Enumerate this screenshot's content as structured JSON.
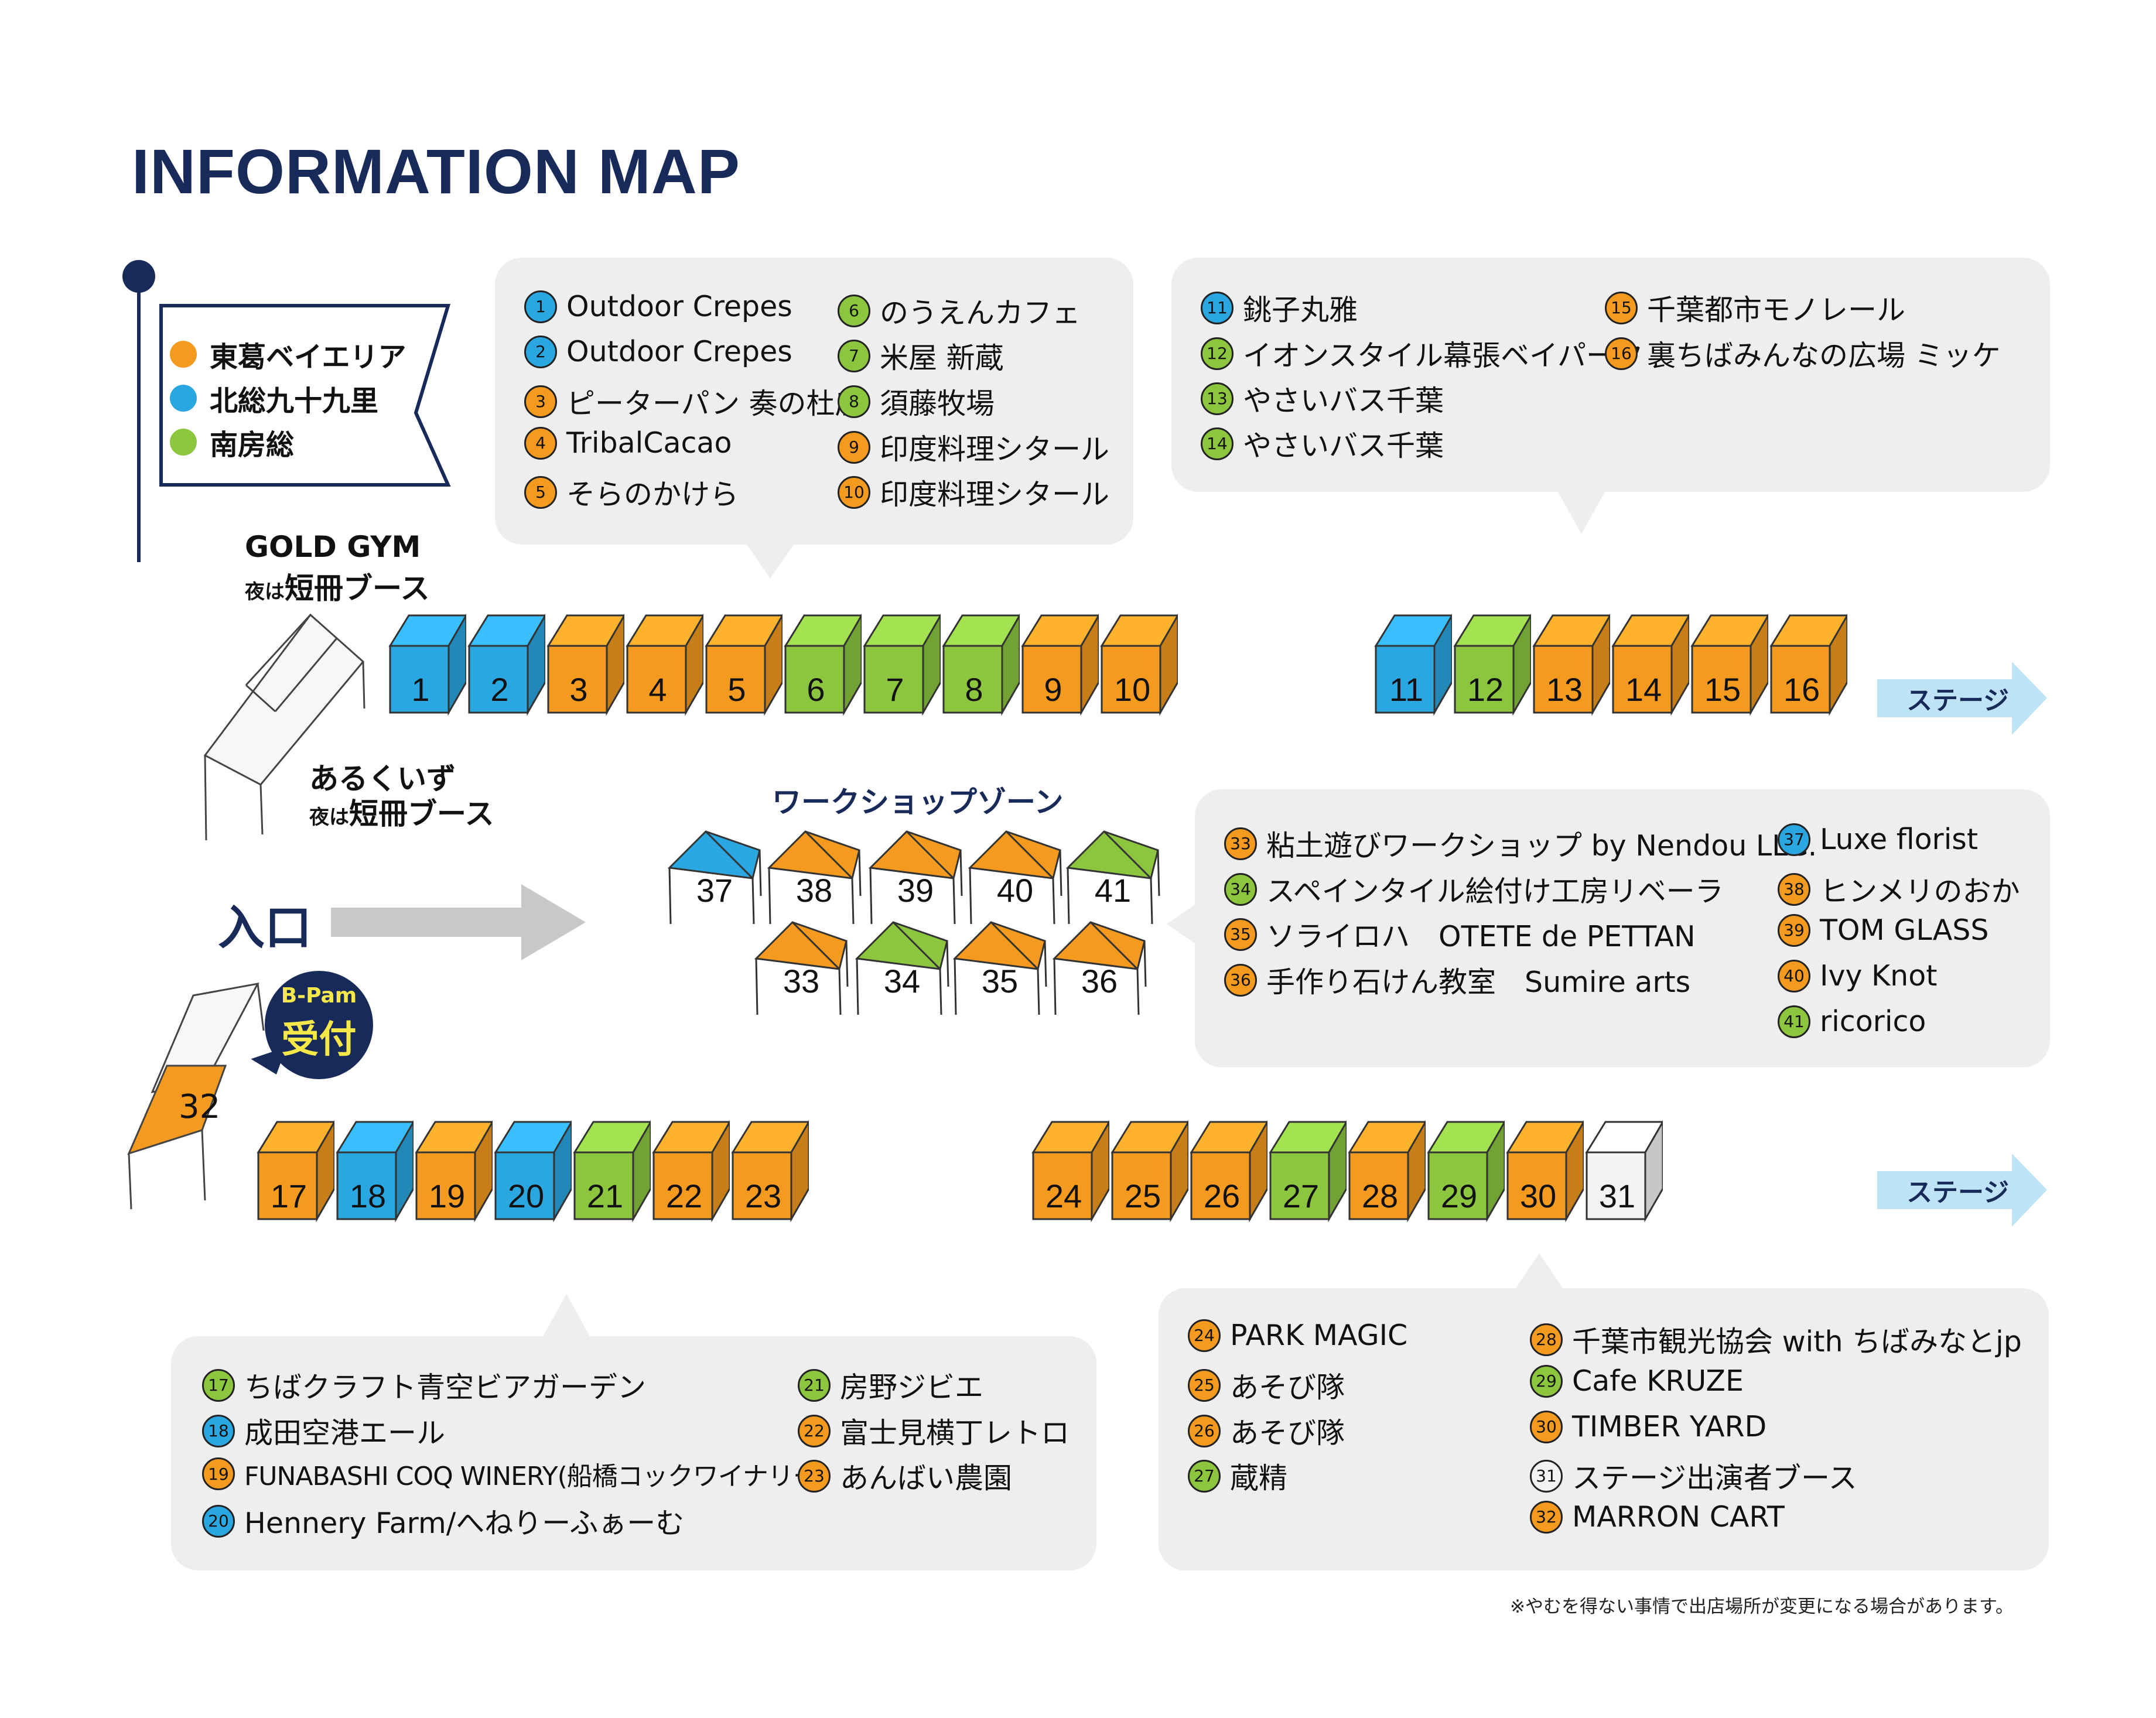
{
  "title": "INFORMATION MAP",
  "colors": {
    "orange": "#f39a1f",
    "blue": "#2aa6e0",
    "green": "#8cc63f",
    "white": "#f3f3f3",
    "navy": "#182a5a",
    "bubble": "#eeeeee",
    "arrow": "#bfe3f6"
  },
  "legend": [
    {
      "label": "東葛ベイエリア",
      "color": "#f39a1f"
    },
    {
      "label": "北総九十九里",
      "color": "#2aa6e0"
    },
    {
      "label": "南房総",
      "color": "#8cc63f"
    }
  ],
  "landmarks": {
    "gold_gym": "GOLD GYM",
    "gold_gym_note_small": "夜は",
    "gold_gym_note": "短冊ブース",
    "arukuizu": "あるくいず",
    "arukuizu_note_small": "夜は",
    "arukuizu_note": "短冊ブース",
    "entrance": "入口",
    "workshop_zone": "ワークショップゾーン",
    "stage1": "ステージ",
    "stage2": "ステージ",
    "bpam": "B-Pam",
    "reception": "受付",
    "notice": "※やむを得ない事情で出店場所が変更になる場合があります。"
  },
  "booths": [
    {
      "n": "1",
      "c": "blue"
    },
    {
      "n": "2",
      "c": "blue"
    },
    {
      "n": "3",
      "c": "orange"
    },
    {
      "n": "4",
      "c": "orange"
    },
    {
      "n": "5",
      "c": "orange"
    },
    {
      "n": "6",
      "c": "green"
    },
    {
      "n": "7",
      "c": "green"
    },
    {
      "n": "8",
      "c": "green"
    },
    {
      "n": "9",
      "c": "orange"
    },
    {
      "n": "10",
      "c": "orange"
    },
    {
      "n": "11",
      "c": "blue"
    },
    {
      "n": "12",
      "c": "green"
    },
    {
      "n": "13",
      "c": "orange"
    },
    {
      "n": "14",
      "c": "orange"
    },
    {
      "n": "15",
      "c": "orange"
    },
    {
      "n": "16",
      "c": "orange"
    },
    {
      "n": "17",
      "c": "orange"
    },
    {
      "n": "18",
      "c": "blue"
    },
    {
      "n": "19",
      "c": "orange"
    },
    {
      "n": "20",
      "c": "blue"
    },
    {
      "n": "21",
      "c": "green"
    },
    {
      "n": "22",
      "c": "orange"
    },
    {
      "n": "23",
      "c": "orange"
    },
    {
      "n": "24",
      "c": "orange"
    },
    {
      "n": "25",
      "c": "orange"
    },
    {
      "n": "26",
      "c": "orange"
    },
    {
      "n": "27",
      "c": "green"
    },
    {
      "n": "28",
      "c": "orange"
    },
    {
      "n": "29",
      "c": "green"
    },
    {
      "n": "30",
      "c": "orange"
    },
    {
      "n": "31",
      "c": "white"
    }
  ],
  "tents": [
    {
      "n": "37",
      "c": "blue"
    },
    {
      "n": "38",
      "c": "orange"
    },
    {
      "n": "39",
      "c": "orange"
    },
    {
      "n": "40",
      "c": "orange"
    },
    {
      "n": "41",
      "c": "green"
    },
    {
      "n": "33",
      "c": "orange"
    },
    {
      "n": "34",
      "c": "green"
    },
    {
      "n": "35",
      "c": "orange"
    },
    {
      "n": "36",
      "c": "orange"
    }
  ],
  "big_tent": {
    "n": "32",
    "c": "orange"
  },
  "lists": {
    "a": [
      {
        "n": "1",
        "c": "blue",
        "t": "Outdoor Crepes"
      },
      {
        "n": "2",
        "c": "blue",
        "t": "Outdoor Crepes"
      },
      {
        "n": "3",
        "c": "orange",
        "t": "ピーターパン 奏の杜店"
      },
      {
        "n": "4",
        "c": "orange",
        "t": "TribalCacao"
      },
      {
        "n": "5",
        "c": "orange",
        "t": "そらのかけら"
      },
      {
        "n": "6",
        "c": "green",
        "t": "のうえんカフェ"
      },
      {
        "n": "7",
        "c": "green",
        "t": "米屋 新蔵"
      },
      {
        "n": "8",
        "c": "green",
        "t": "須藤牧場"
      },
      {
        "n": "9",
        "c": "orange",
        "t": "印度料理シタール"
      },
      {
        "n": "10",
        "c": "orange",
        "t": "印度料理シタール"
      }
    ],
    "b": [
      {
        "n": "11",
        "c": "blue",
        "t": "銚子丸雅"
      },
      {
        "n": "12",
        "c": "green",
        "t": "イオンスタイル幕張ベイパーク"
      },
      {
        "n": "13",
        "c": "green",
        "t": "やさいバス千葉"
      },
      {
        "n": "14",
        "c": "green",
        "t": "やさいバス千葉"
      },
      {
        "n": "15",
        "c": "orange",
        "t": "千葉都市モノレール"
      },
      {
        "n": "16",
        "c": "orange",
        "t": "裏ちばみんなの広場 ミッケ"
      }
    ],
    "c": [
      {
        "n": "33",
        "c": "orange",
        "t": "粘土遊びワークショップ by Nendou LLC."
      },
      {
        "n": "34",
        "c": "green",
        "t": "スペインタイル絵付け工房リベーラ"
      },
      {
        "n": "35",
        "c": "orange",
        "t": "ソライロハ　OTETE de PETTAN"
      },
      {
        "n": "36",
        "c": "orange",
        "t": "手作り石けん教室　Sumire arts"
      },
      {
        "n": "37",
        "c": "blue",
        "t": "Luxe florist"
      },
      {
        "n": "38",
        "c": "orange",
        "t": "ヒンメリのおか"
      },
      {
        "n": "39",
        "c": "orange",
        "t": "TOM GLASS"
      },
      {
        "n": "40",
        "c": "orange",
        "t": "Ivy Knot"
      },
      {
        "n": "41",
        "c": "green",
        "t": "ricorico"
      }
    ],
    "d": [
      {
        "n": "17",
        "c": "green",
        "t": "ちばクラフト青空ビアガーデン"
      },
      {
        "n": "18",
        "c": "blue",
        "t": "成田空港エール"
      },
      {
        "n": "19",
        "c": "orange",
        "t": "FUNABASHI COQ WINERY(船橋コックワイナリー)"
      },
      {
        "n": "20",
        "c": "blue",
        "t": "Hennery Farm/へねりーふぁーむ"
      },
      {
        "n": "21",
        "c": "green",
        "t": "房野ジビエ"
      },
      {
        "n": "22",
        "c": "orange",
        "t": "富士見横丁レトロ"
      },
      {
        "n": "23",
        "c": "orange",
        "t": "あんばい農園"
      }
    ],
    "e": [
      {
        "n": "24",
        "c": "orange",
        "t": "PARK MAGIC"
      },
      {
        "n": "25",
        "c": "orange",
        "t": "あそび隊"
      },
      {
        "n": "26",
        "c": "orange",
        "t": "あそび隊"
      },
      {
        "n": "27",
        "c": "green",
        "t": "蔵精"
      },
      {
        "n": "28",
        "c": "orange",
        "t": "千葉市観光協会 with ちばみなとjp"
      },
      {
        "n": "29",
        "c": "green",
        "t": "Cafe KRUZE"
      },
      {
        "n": "30",
        "c": "orange",
        "t": "TIMBER YARD"
      },
      {
        "n": "31",
        "c": "white",
        "t": "ステージ出演者ブース"
      },
      {
        "n": "32",
        "c": "orange",
        "t": "MARRON CART"
      }
    ]
  }
}
